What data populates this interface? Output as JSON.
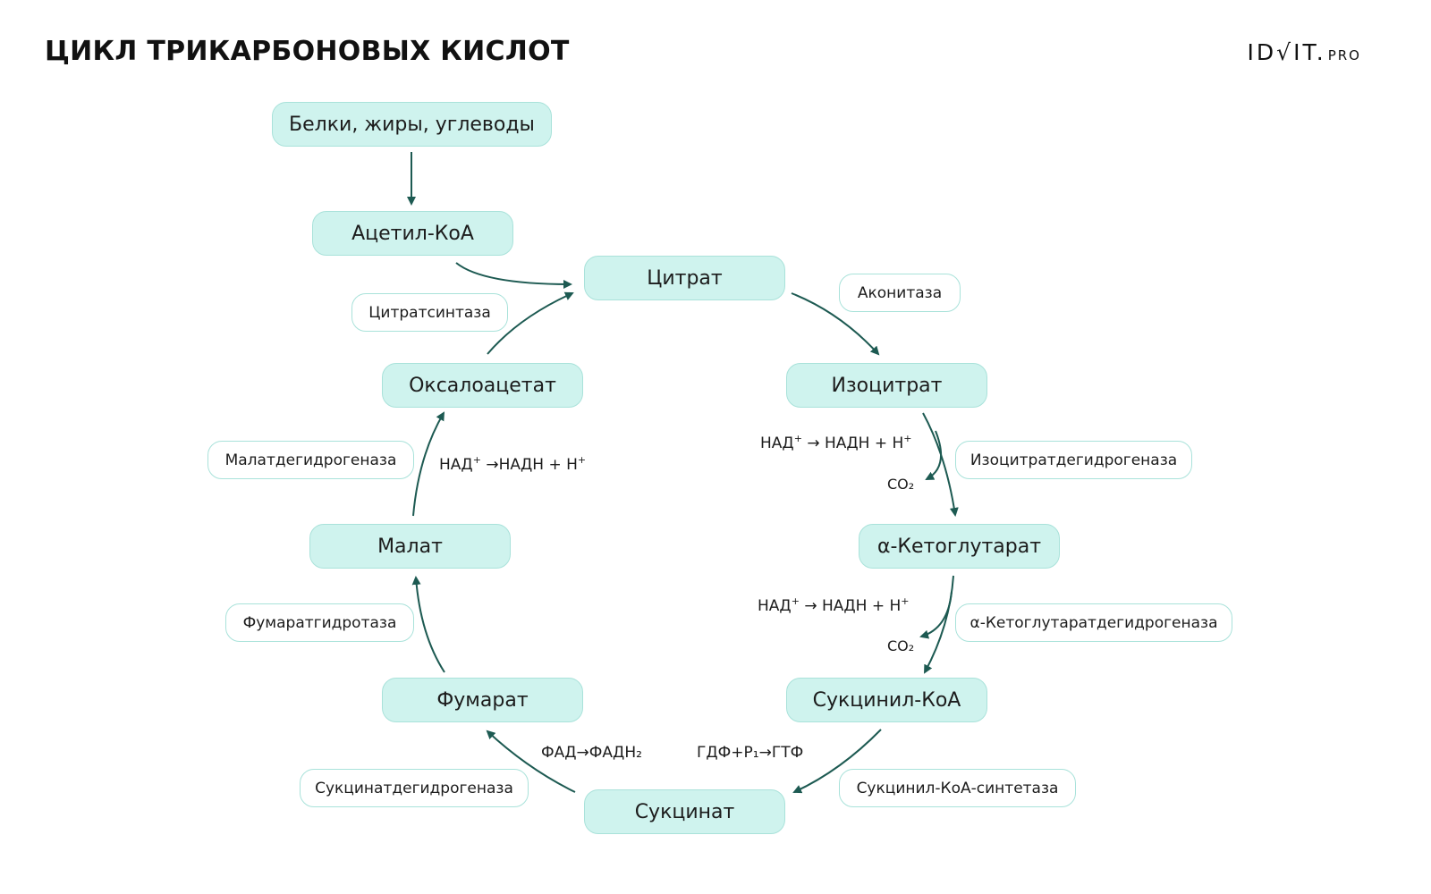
{
  "header": {
    "title": "ЦИКЛ ТРИКАРБОНОВЫХ КИСЛОТ",
    "logo_main": "ID√IT.",
    "logo_suffix": "PRO"
  },
  "metabolites": {
    "source": "Белки, жиры, углеводы",
    "acetyl_coa": "Ацетил-КоА",
    "citrate": "Цитрат",
    "isocitrate": "Изоцитрат",
    "alpha_ketoglutarate": "α-Кетоглутарат",
    "succinyl_coa": "Сукцинил-КоА",
    "succinate": "Сукцинат",
    "fumarate": "Фумарат",
    "malate": "Малат",
    "oxaloacetate": "Оксалоацетат"
  },
  "enzymes": {
    "citrate_synthase": "Цитратсинтаза",
    "aconitase": "Аконитаза",
    "isocitrate_dehydrogenase": "Изоцитратдегидрогеназа",
    "akg_dehydrogenase": "α-Кетоглутаратдегидрогеназа",
    "succinyl_coa_synthetase": "Сукцинил-КоА-синтетаза",
    "succinate_dehydrogenase": "Сукцинатдегидрогеназа",
    "fumarate_hydratase": "Фумаратгидротаза",
    "malate_dehydrogenase": "Малатдегидрогеназа"
  },
  "cofactors": {
    "nad_1": {
      "a": "НАД",
      "b": "→ НАДН + Н"
    },
    "co2_1": "CO₂",
    "nad_2": {
      "a": "НАД",
      "b": "→  НАДН + Н"
    },
    "co2_2": "CO₂",
    "gdp": "ГДФ+P₁→ГТФ",
    "fad": "ФАД→ФАДН₂",
    "nad_3": {
      "a": "НАД",
      "b": "→НАДН + Н"
    }
  },
  "colors": {
    "node_fill": "#cff3ee",
    "node_border": "#a9e2da",
    "arrow": "#1d5a52"
  }
}
